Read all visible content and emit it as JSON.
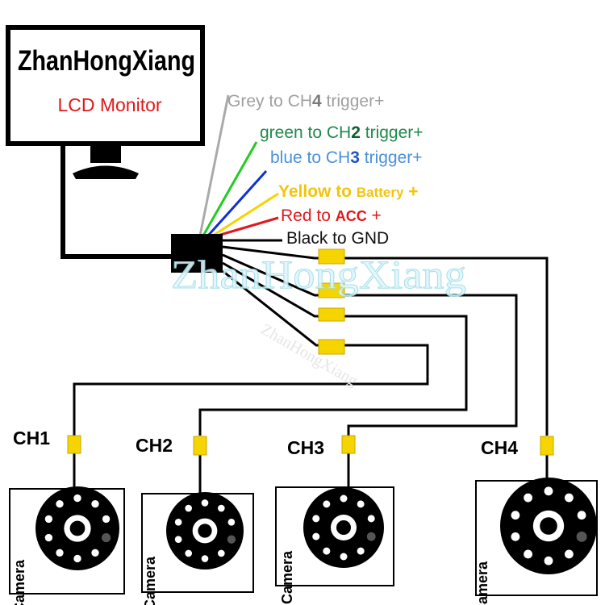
{
  "monitor": {
    "brand": "ZhanHongXiang",
    "subtitle": "LCD Monitor"
  },
  "wires": [
    {
      "pre": "Grey to CH",
      "num": "4",
      "post": " trigger+",
      "color": "#a0a0a0",
      "numColor": "#7a7a7a"
    },
    {
      "pre": "green to CH",
      "num": "2",
      "post": " trigger+",
      "color": "#1f8a4a",
      "numColor": "#0e5f2e"
    },
    {
      "pre": "blue to CH",
      "num": "3",
      "post": " trigger+",
      "color": "#4a90d9",
      "numColor": "#1f55c4"
    },
    {
      "pre": "Yellow to ",
      "num": "Battery",
      "post": " +",
      "color": "#f2c40c",
      "numColor": "#f2c40c"
    },
    {
      "pre": "Red to ",
      "num": "ACC",
      "post": " +",
      "color": "#e0181c",
      "numColor": "#e0181c"
    },
    {
      "pre": "Black to GND",
      "num": "",
      "post": "",
      "color": "#111111",
      "numColor": "#111111"
    }
  ],
  "watermark": "ZhanHongXiang",
  "watermark_small": "ZhanHongXiang",
  "channels": [
    "CH1",
    "CH2",
    "CH3",
    "CH4"
  ],
  "camera_label": "Camera",
  "colors": {
    "wire_yellow": "#f5d400",
    "wire_green": "#22cc22",
    "wire_blue": "#1030d0",
    "wire_red": "#e0181c",
    "wire_grey": "#aaaaaa"
  }
}
